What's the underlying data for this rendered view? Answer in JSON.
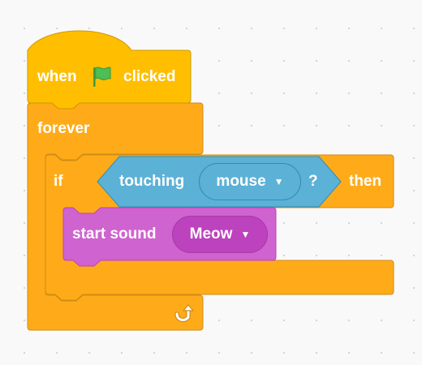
{
  "colors": {
    "events": "#ffbf00",
    "events_dark": "#cc9900",
    "control": "#ffab19",
    "control_dark": "#cf8b17",
    "sensing": "#5cb1d6",
    "sensing_dark": "#2e8eb8",
    "sound": "#cf63cf",
    "sound_dark": "#bd42bd",
    "flag": "#4cbf56"
  },
  "hat": {
    "label_when": "when",
    "icon": "green-flag-icon",
    "label_clicked": "clicked"
  },
  "forever_block": {
    "label": "forever",
    "loop_icon": "loop-arrow-icon"
  },
  "if_block": {
    "label_if": "if",
    "label_then": "then"
  },
  "touching_block": {
    "label": "touching",
    "menu_value": "mouse",
    "question": "?"
  },
  "sound_block": {
    "label": "start sound",
    "menu_value": "Meow"
  }
}
